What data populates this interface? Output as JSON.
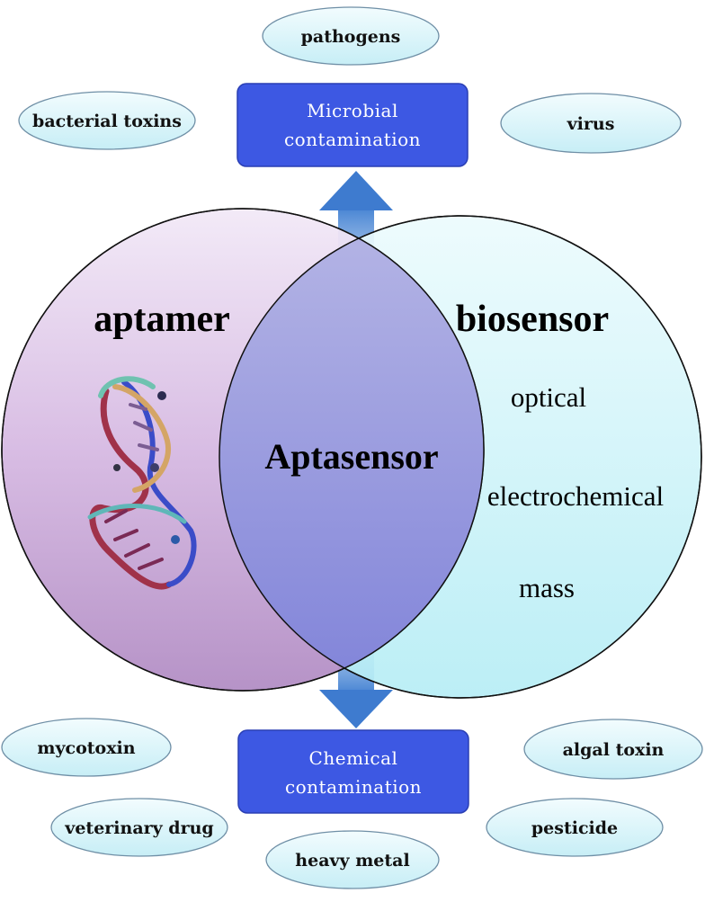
{
  "diagram": {
    "top_box": {
      "line1": "Microbial",
      "line2": "contamination"
    },
    "bottom_box": {
      "line1": "Chemical",
      "line2": "contamination"
    },
    "top_ovals": {
      "pathogens": "pathogens",
      "bacterial_toxins": "bacterial toxins",
      "virus": "virus"
    },
    "bottom_ovals": {
      "mycotoxin": "mycotoxin",
      "algal_toxin": "algal toxin",
      "veterinary_drug": "veterinary drug",
      "pesticide": "pesticide",
      "heavy_metal": "heavy metal"
    },
    "left_circle_label": "aptamer",
    "right_circle_label": "biosensor",
    "center_label": "Aptasensor",
    "methods": {
      "optical": "optical",
      "electrochemical": "electrochemical",
      "mass": "mass"
    }
  }
}
